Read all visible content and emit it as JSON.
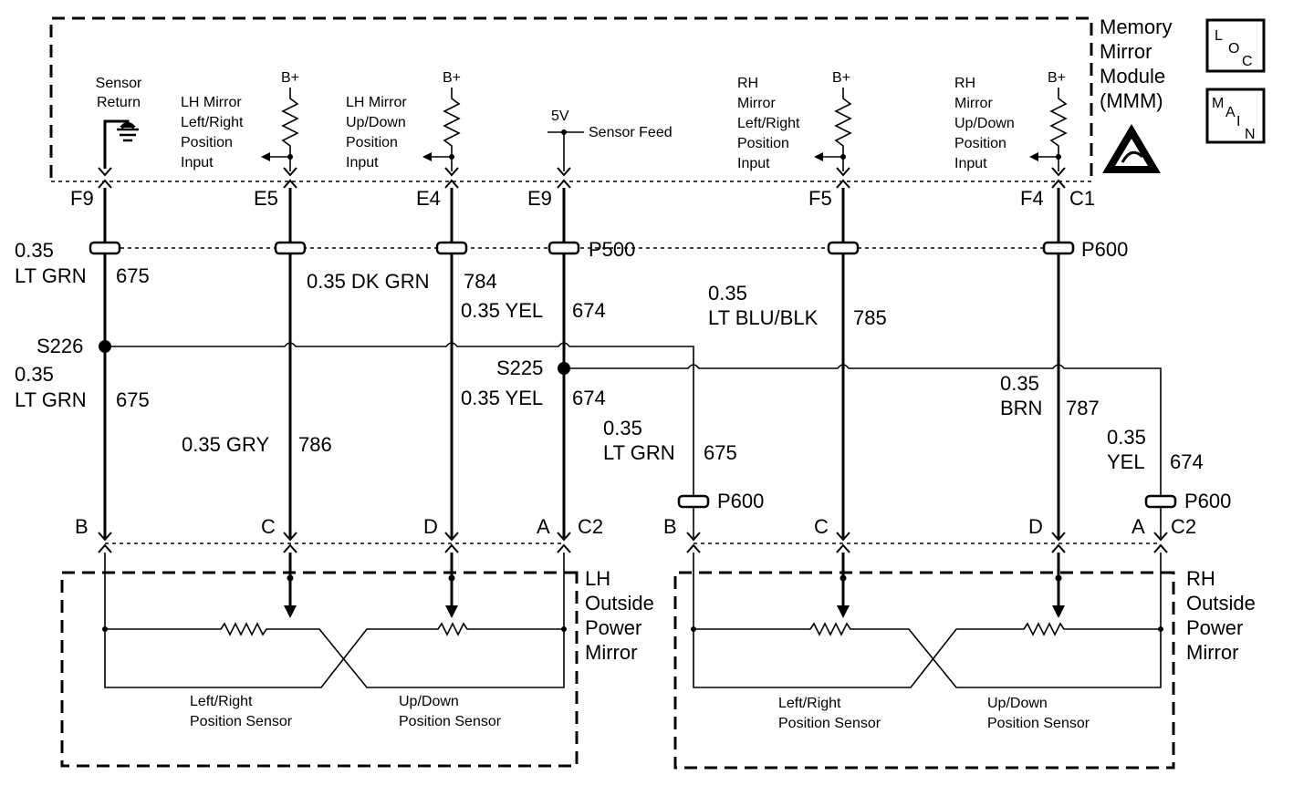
{
  "module": {
    "title_lines": [
      "Memory",
      "Mirror",
      "Module",
      "(MMM)"
    ],
    "loc_badge": [
      "L",
      "O",
      "C"
    ],
    "main_badge": [
      "M",
      "A",
      "I",
      "N"
    ],
    "esd_icon": "esd-warning-icon"
  },
  "inputs": {
    "sensor_return": [
      "Sensor",
      "Return"
    ],
    "lh_lr": [
      "LH Mirror",
      "Left/Right",
      "Position",
      "Input"
    ],
    "lh_ud": [
      "LH Mirror",
      "Up/Down",
      "Position",
      "Input"
    ],
    "rh_lr": [
      "RH",
      "Mirror",
      "Left/Right",
      "Position",
      "Input"
    ],
    "rh_ud": [
      "RH",
      "Mirror",
      "Up/Down",
      "Position",
      "Input"
    ],
    "bplus": "B+",
    "five_v": "5V",
    "sensor_feed": "Sensor Feed"
  },
  "pins": {
    "f9": "F9",
    "e5": "E5",
    "e4": "E4",
    "e9": "E9",
    "f5": "F5",
    "f4": "F4",
    "c1": "C1"
  },
  "connectors": {
    "p500": "P500",
    "p600": "P600"
  },
  "splices": {
    "s226": "S226",
    "s225": "S225"
  },
  "wires": {
    "lt_grn_a": {
      "gauge": "0.35",
      "color": "LT GRN",
      "circuit": "675"
    },
    "dk_grn": {
      "label": "0.35 DK GRN",
      "circuit": "784"
    },
    "yel_a": {
      "label": "0.35 YEL",
      "circuit": "674"
    },
    "lt_blu_blk": {
      "gauge": "0.35",
      "color": "LT BLU/BLK",
      "circuit": "785"
    },
    "lt_grn_b": {
      "gauge": "0.35",
      "color": "LT GRN",
      "circuit": "675"
    },
    "yel_b": {
      "label": "0.35 YEL",
      "circuit": "674"
    },
    "gry": {
      "label": "0.35 GRY",
      "circuit": "786"
    },
    "lt_grn_c": {
      "gauge": "0.35",
      "color": "LT GRN",
      "circuit": "675"
    },
    "brn": {
      "gauge": "0.35",
      "color": "BRN",
      "circuit": "787"
    },
    "yel_c": {
      "gauge": "0.35",
      "color": "YEL",
      "circuit": "674"
    }
  },
  "mirror_pins": {
    "b": "B",
    "c": "C",
    "d": "D",
    "a": "A",
    "c2": "C2"
  },
  "lh_mirror": {
    "title_lines": [
      "LH",
      "Outside",
      "Power",
      "Mirror"
    ],
    "lr_sensor": [
      "Left/Right",
      "Position Sensor"
    ],
    "ud_sensor": [
      "Up/Down",
      "Position Sensor"
    ]
  },
  "rh_mirror": {
    "title_lines": [
      "RH",
      "Outside",
      "Power",
      "Mirror"
    ],
    "lr_sensor": [
      "Left/Right",
      "Position Sensor"
    ],
    "ud_sensor": [
      "Up/Down",
      "Position Sensor"
    ]
  }
}
